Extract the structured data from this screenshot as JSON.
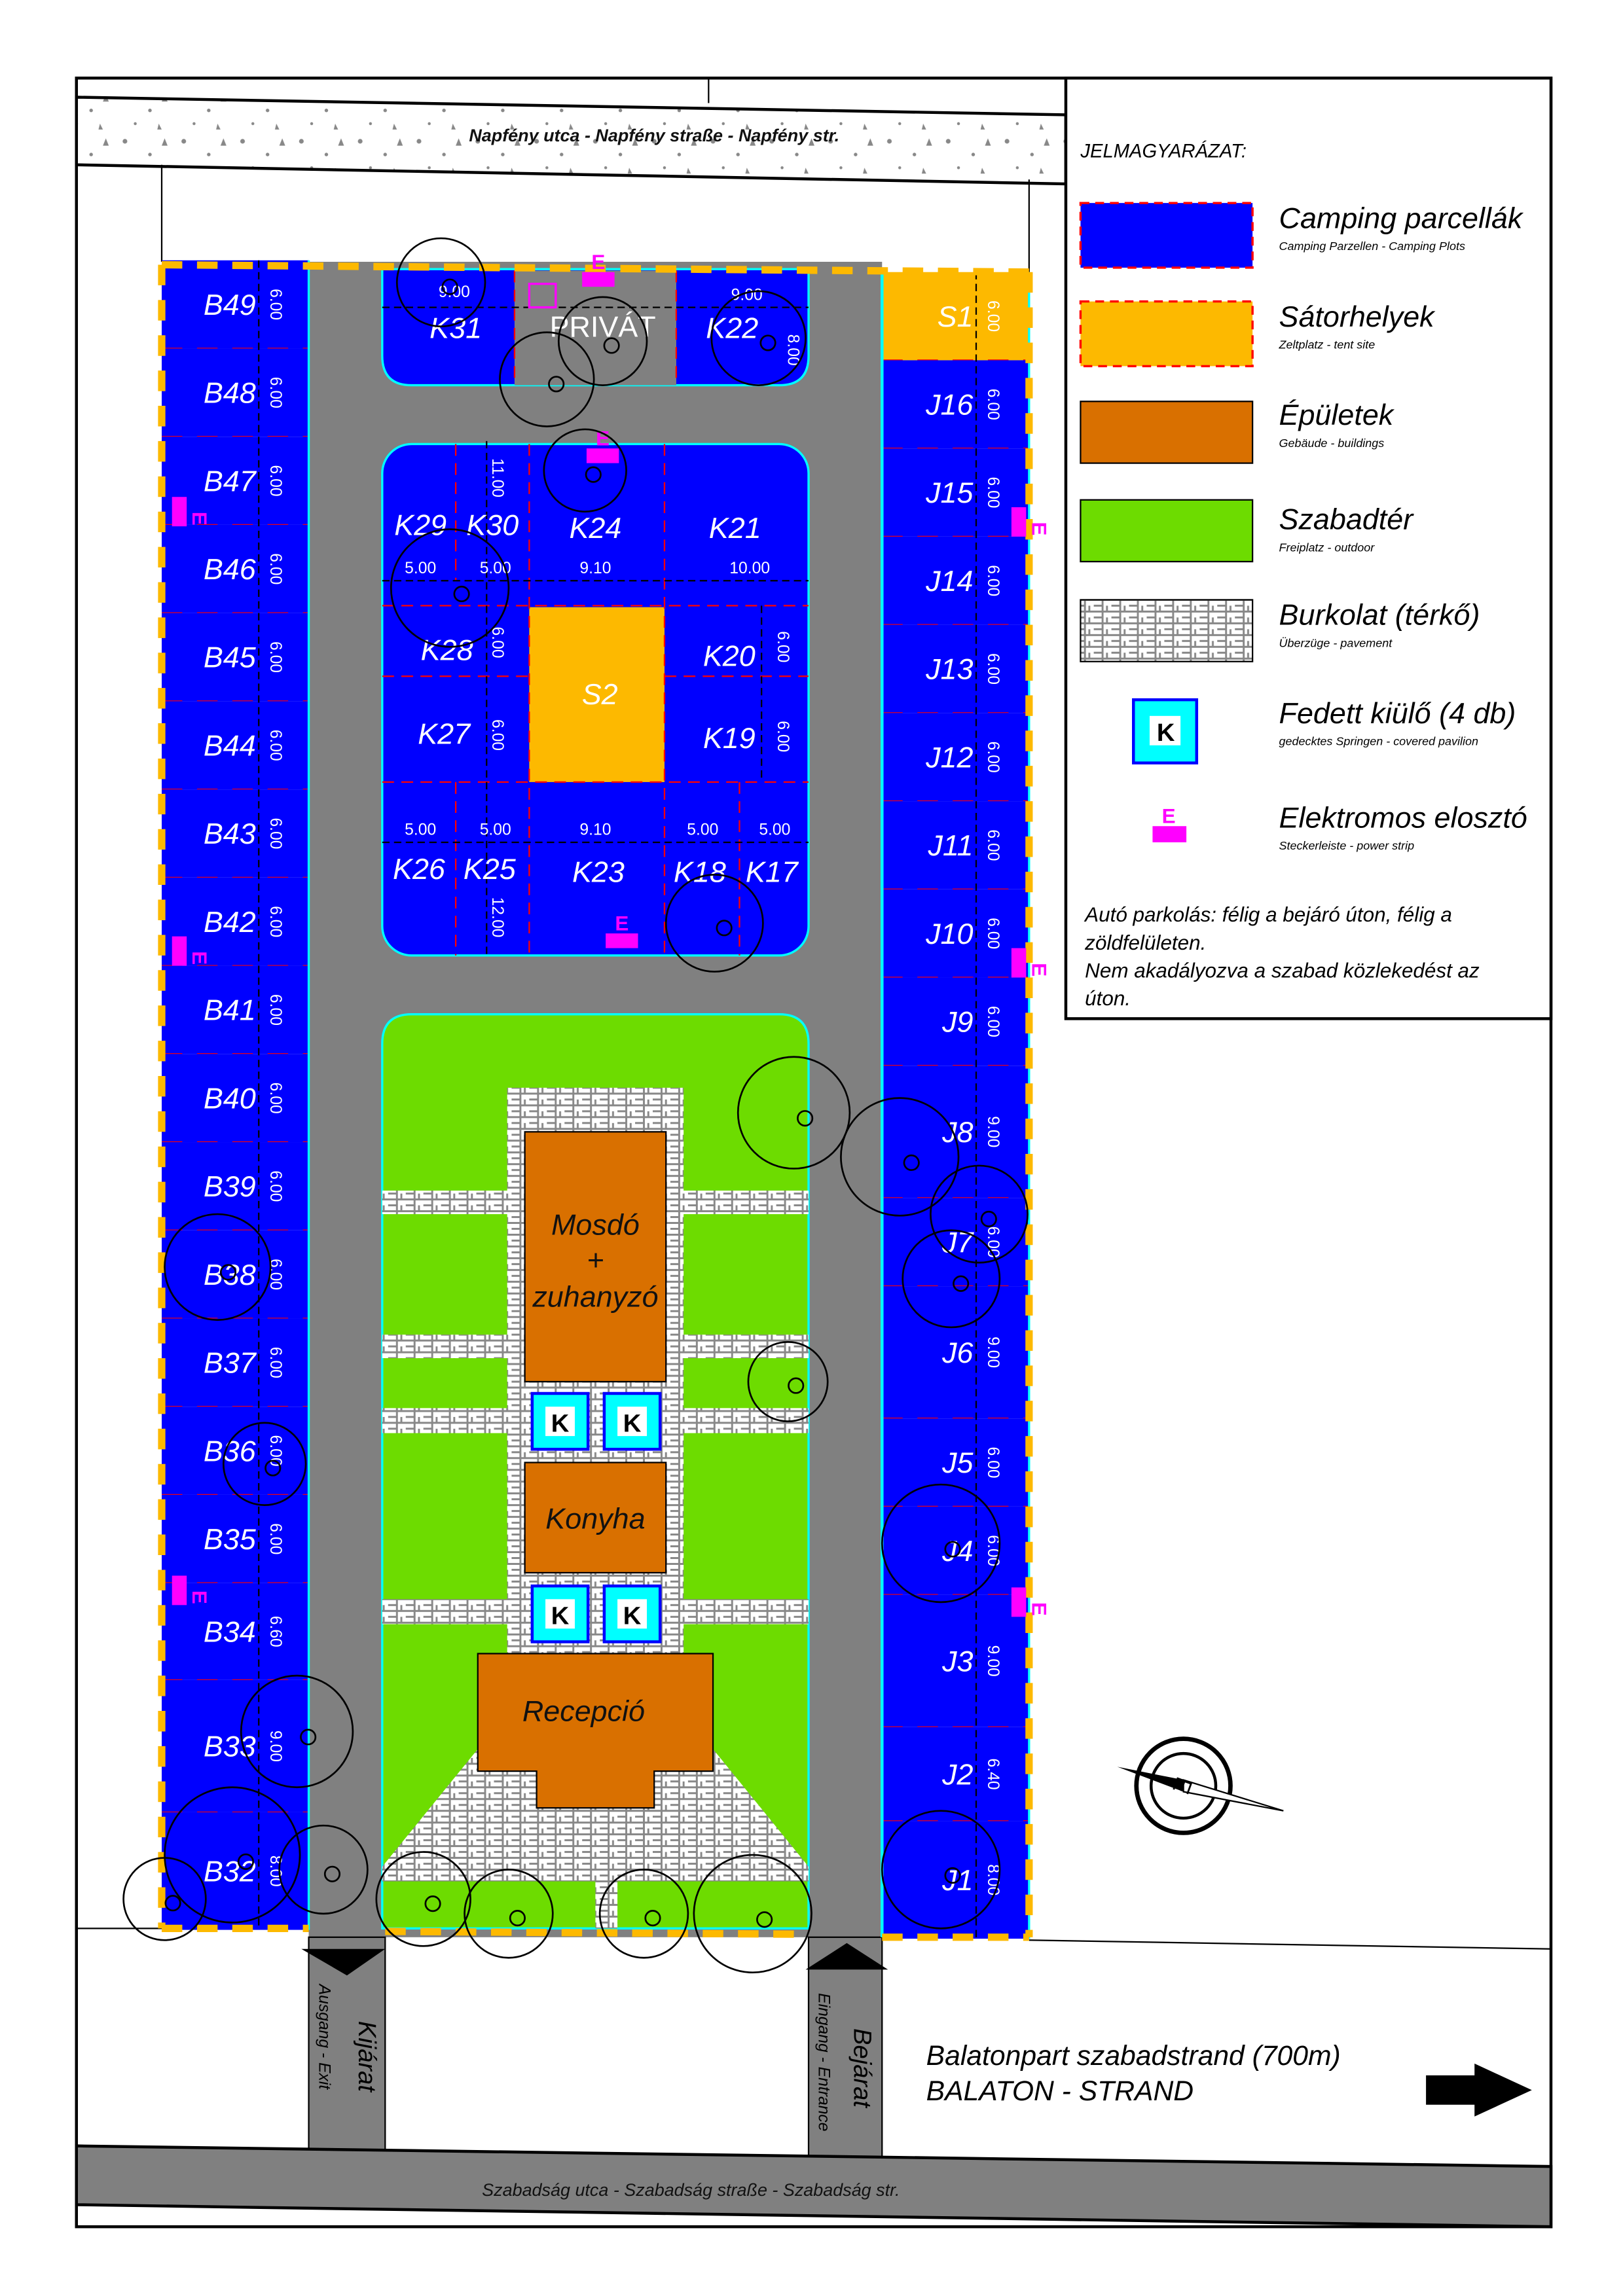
{
  "colors": {
    "plot": "#0000ff",
    "tent": "#fdb900",
    "building": "#d97000",
    "green": "#6ddc00",
    "road": "#808080",
    "pink": "#ff00ff",
    "cyan": "#00ffff",
    "plot_edge": "#ff0000"
  },
  "top_street": "Napfény utca - Napfény straße - Napfény str.",
  "bottom_street": "Szabadság utca - Szabadság straße - Szabadság str.",
  "exit": {
    "label": "Kijárat",
    "sub": "Ausgang - Exit"
  },
  "entrance": {
    "label": "Bejárat",
    "sub": "Eingang - Entrance"
  },
  "beach": {
    "line1": "Balatonpart szabadstrand (700m)",
    "line2": "BALATON - STRAND"
  },
  "legend": {
    "title": "JELMAGYARÁZAT:",
    "items": [
      {
        "title": "Camping parcellák",
        "sub": "Camping Parzellen - Camping Plots"
      },
      {
        "title": "Sátorhelyek",
        "sub": "Zeltplatz - tent site"
      },
      {
        "title": "Épületek",
        "sub": "Gebäude - buildings"
      },
      {
        "title": "Szabadtér",
        "sub": "Freiplatz - outdoor"
      },
      {
        "title": "Burkolat (térkő)",
        "sub": "Überzüge - pavement"
      },
      {
        "title": "Fedett kiülő (4 db)",
        "sub": "gedecktes Springen - covered pavilion"
      },
      {
        "title": "Elektromos elosztó",
        "sub": "Steckerleiste - power strip"
      }
    ],
    "note": [
      "Autó parkolás: félig a bejáró úton, félig a",
      "zöldfelületen.",
      "Nem akadályozva a szabad közlekedést az",
      "úton."
    ]
  },
  "b_column": [
    {
      "id": "B49",
      "dim": "6.00"
    },
    {
      "id": "B48",
      "dim": "6.00"
    },
    {
      "id": "B47",
      "dim": "6.00"
    },
    {
      "id": "B46",
      "dim": "6.00"
    },
    {
      "id": "B45",
      "dim": "6.00"
    },
    {
      "id": "B44",
      "dim": "6.00"
    },
    {
      "id": "B43",
      "dim": "6.00"
    },
    {
      "id": "B42",
      "dim": "6.00"
    },
    {
      "id": "B41",
      "dim": "6.00"
    },
    {
      "id": "B40",
      "dim": "6.00"
    },
    {
      "id": "B39",
      "dim": "6.00"
    },
    {
      "id": "B38",
      "dim": "6.00"
    },
    {
      "id": "B37",
      "dim": "6.00"
    },
    {
      "id": "B36",
      "dim": "6.00"
    },
    {
      "id": "B35",
      "dim": "6.00"
    },
    {
      "id": "B34",
      "dim": "6.60"
    },
    {
      "id": "B33",
      "dim": "9.00"
    },
    {
      "id": "B32",
      "dim": "8.00"
    }
  ],
  "j_column": [
    {
      "id": "S1",
      "dim": "6.00",
      "tent": true
    },
    {
      "id": "J16",
      "dim": "6.00"
    },
    {
      "id": "J15",
      "dim": "6.00"
    },
    {
      "id": "J14",
      "dim": "6.00"
    },
    {
      "id": "J13",
      "dim": "6.00"
    },
    {
      "id": "J12",
      "dim": "6.00"
    },
    {
      "id": "J11",
      "dim": "6.00"
    },
    {
      "id": "J10",
      "dim": "6.00"
    },
    {
      "id": "J9",
      "dim": "6.00"
    },
    {
      "id": "J8",
      "dim": "9.00"
    },
    {
      "id": "J7",
      "dim": "6.00"
    },
    {
      "id": "J6",
      "dim": "9.00"
    },
    {
      "id": "J5",
      "dim": "6.00"
    },
    {
      "id": "J4",
      "dim": "6.00"
    },
    {
      "id": "J3",
      "dim": "9.00"
    },
    {
      "id": "J2",
      "dim": "6.40"
    },
    {
      "id": "J1",
      "dim": "8.00"
    }
  ],
  "top_block": {
    "k31": "K31",
    "private": "PRIVÁT",
    "k22": "K22",
    "dim_k31": "9.00",
    "dim_k22": "9.00",
    "dim_k22_v": "8.00"
  },
  "mid_block": {
    "k29": "K29",
    "k30": "K30",
    "k24": "K24",
    "k21": "K21",
    "k28": "K28",
    "k27": "K27",
    "s2": "S2",
    "k20": "K20",
    "k19": "K19",
    "k26": "K26",
    "k25": "K25",
    "k23": "K23",
    "k18": "K18",
    "k17": "K17",
    "top_dims": [
      "5.00",
      "5.00",
      "9.10",
      "10.00"
    ],
    "bottom_dims": [
      "5.00",
      "5.00",
      "9.10",
      "5.00",
      "5.00"
    ],
    "v_dims": {
      "k30": "11.00",
      "k28": "6.00",
      "k27": "6.00",
      "k20": "6.00",
      "k19": "6.00",
      "k25": "12.00"
    }
  },
  "buildings": {
    "washroom": [
      "Mosdó",
      "+",
      "zuhanyzó"
    ],
    "kitchen": "Konyha",
    "reception": "Recepció",
    "pavilion": "K"
  },
  "power_label": "E"
}
